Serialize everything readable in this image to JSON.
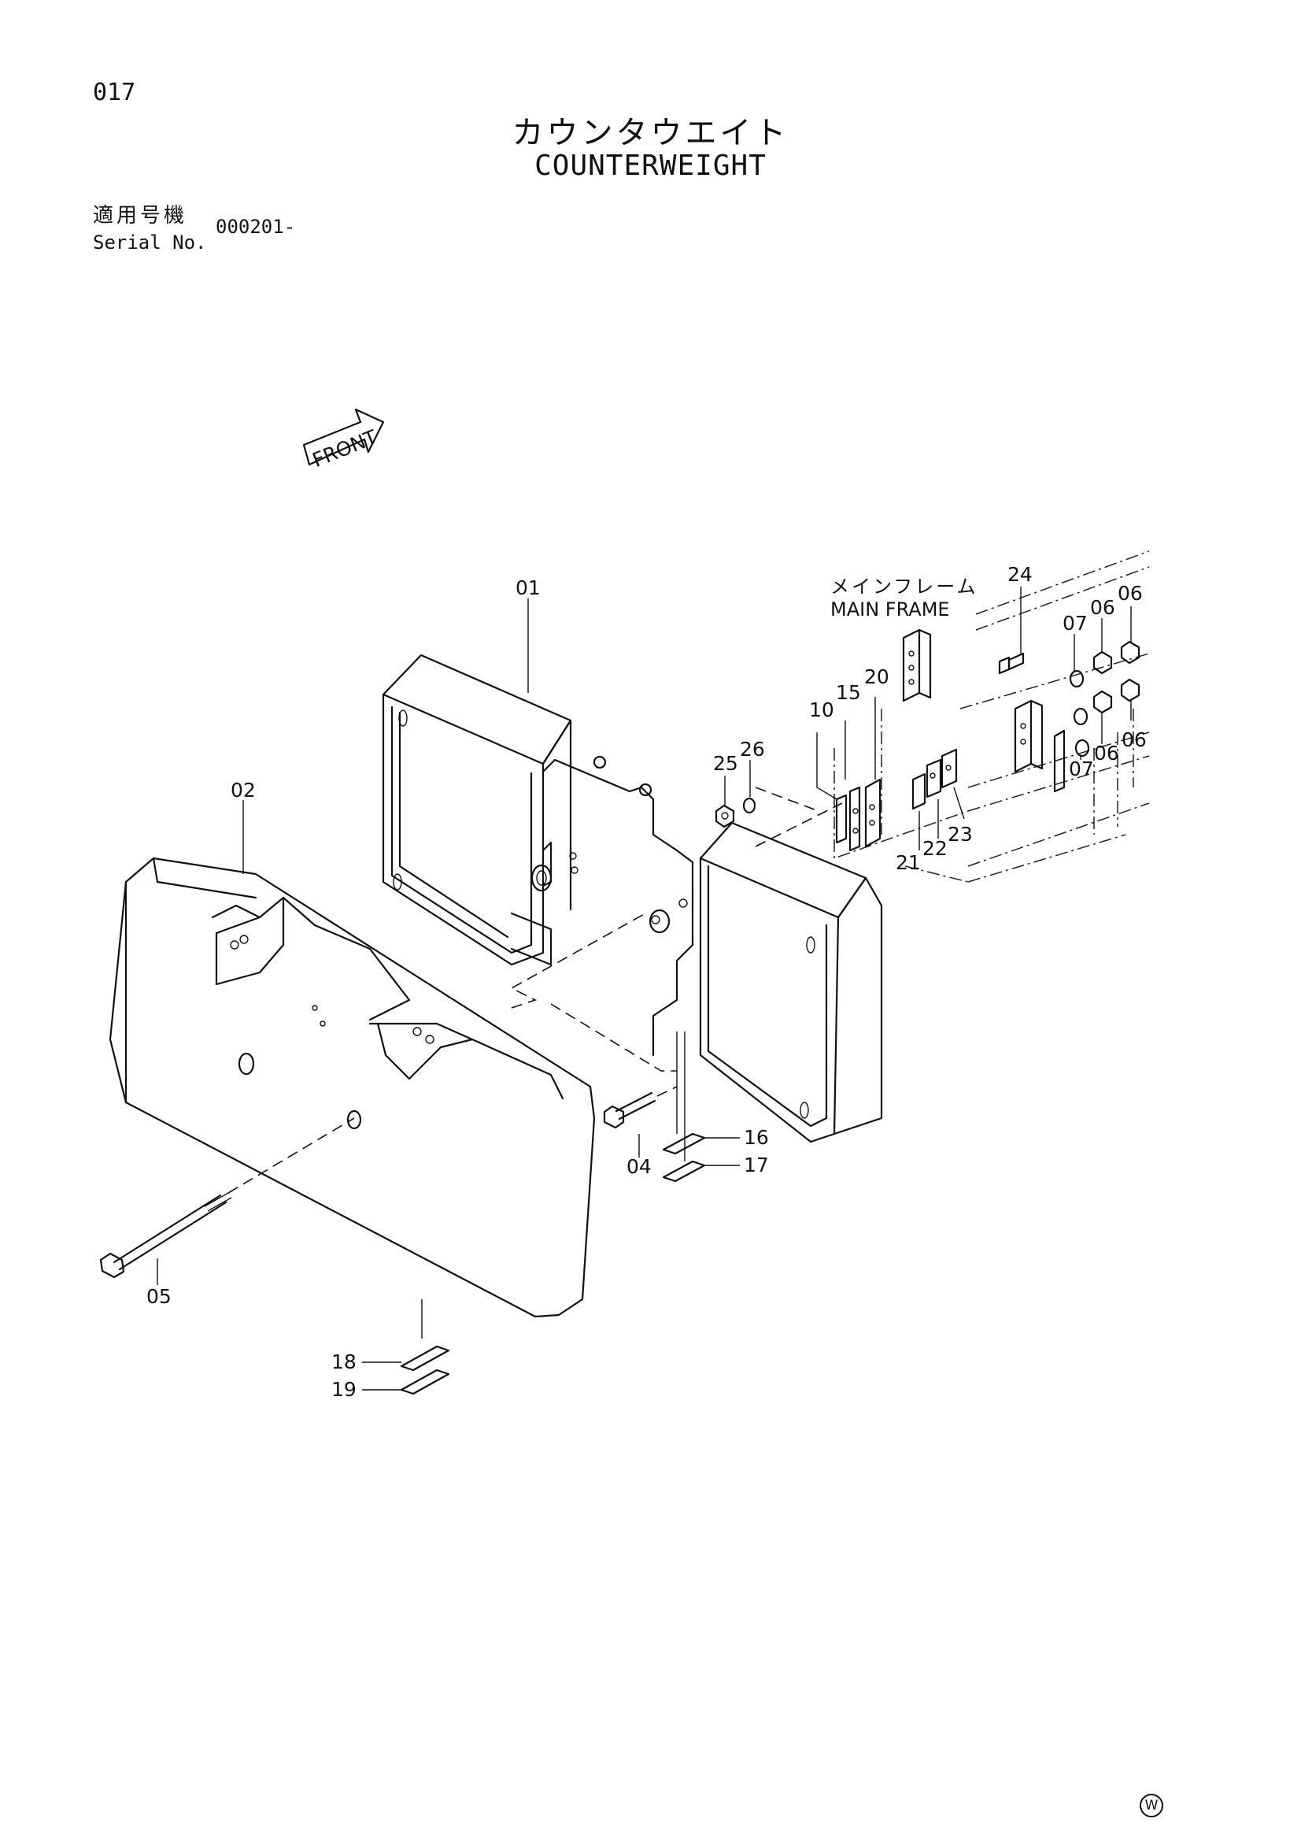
{
  "page_number": "017",
  "title_jp": "カウンタウエイト",
  "title_en": "COUNTERWEIGHT",
  "serial": {
    "label_jp": "適用号機",
    "label_en": "Serial No.",
    "value": "000201-"
  },
  "front_label": "FRONT",
  "main_frame": {
    "label_jp": "メインフレーム",
    "label_en": "MAIN FRAME"
  },
  "part_numbers": {
    "p01": "01",
    "p02": "02",
    "p04": "04",
    "p05": "05",
    "p06a": "06",
    "p06b": "06",
    "p06c": "06",
    "p06d": "06",
    "p07a": "07",
    "p07b": "07",
    "p10": "10",
    "p15": "15",
    "p16": "16",
    "p17": "17",
    "p18": "18",
    "p19": "19",
    "p20": "20",
    "p21": "21",
    "p22": "22",
    "p23": "23",
    "p24": "24",
    "p25": "25",
    "p26": "26"
  },
  "footer_mark": "W"
}
